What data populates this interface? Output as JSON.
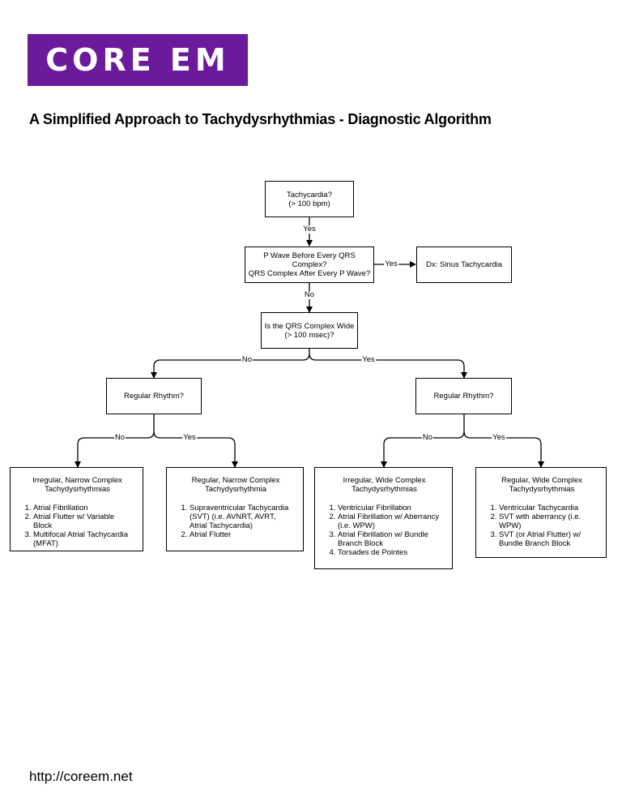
{
  "logo": {
    "text": "CORE EM",
    "color": "#6a1a9a"
  },
  "title": "A Simplified Approach to Tachydysrhythmias - Diagnostic Algorithm",
  "footer": {
    "url": "http://coreem.net"
  },
  "nodes": {
    "tachycardia": {
      "line1": "Tachycardia?",
      "line2": "(> 100 bpm)"
    },
    "pwave": {
      "line1": "P Wave Before Every QRS Complex?",
      "line2": "QRS Complex After Every P Wave?"
    },
    "sinus": {
      "line1": "Dx: Sinus Tachycardia"
    },
    "wide": {
      "line1": "Is the QRS Complex Wide",
      "line2": "(> 100 msec)?"
    },
    "regular_left": {
      "line1": "Regular Rhythm?"
    },
    "regular_right": {
      "line1": "Regular Rhythm?"
    }
  },
  "edges": {
    "tach_pwave": "Yes",
    "pwave_sinus": "Yes",
    "pwave_wide": "No",
    "wide_left": "No",
    "wide_right": "Yes",
    "left_no": "No",
    "left_yes": "Yes",
    "right_no": "No",
    "right_yes": "Yes"
  },
  "leaves": [
    {
      "title1": "Irregular, Narrow Complex",
      "title2": "Tachydysrhythmias",
      "items": [
        "Atrial Fibrillation",
        "Atrial Flutter w/ Variable Block",
        "Multifocal Atrial Tachycardia (MFAT)"
      ]
    },
    {
      "title1": "Regular, Narrow Complex",
      "title2": "Tachydysrhythmia",
      "items": [
        "Supraventricular Tachycardia (SVT) (i.e. AVNRT, AVRT, Atrial Tachycardia)",
        "Atrial Flutter"
      ]
    },
    {
      "title1": "Irregular, Wide Complex",
      "title2": "Tachydysrhythmias",
      "items": [
        "Ventricular Fibrillation",
        "Atrial Fibrillation w/ Aberrancy (i.e. WPW)",
        "Atrial Fibrillation w/ Bundle Branch Block",
        "Torsades de Pointes"
      ]
    },
    {
      "title1": "Regular, Wide Complex",
      "title2": "Tachydysrhythmias",
      "items": [
        "Ventricular Tachycardia",
        "SVT with aberrancy (i.e. WPW)",
        "SVT (or Atrial Flutter) w/ Bundle Branch Block"
      ]
    }
  ]
}
